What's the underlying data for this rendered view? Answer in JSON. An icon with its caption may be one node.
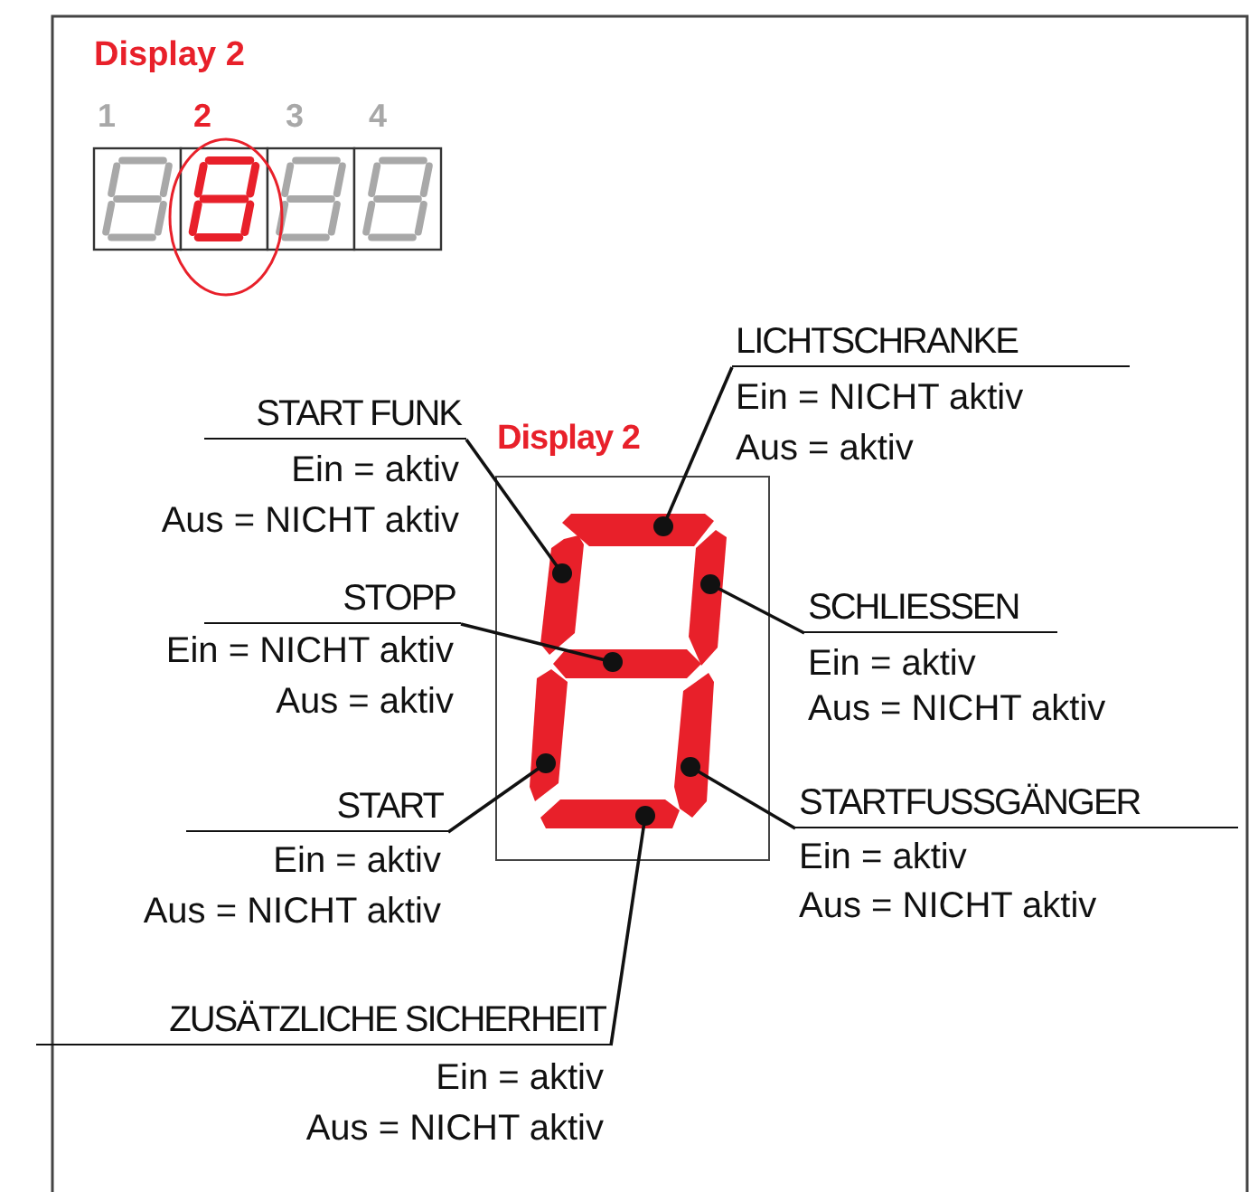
{
  "diagram": {
    "nodes": [
      {
        "text": [
          "LICHTSCHRANKE",
          "Ein = NICHT aktiv",
          "Aus = aktiv"
        ]
      },
      {
        "text": [
          "START FUNK",
          "Ein = aktiv",
          "Aus = NICHT aktiv"
        ]
      },
      {
        "text": [
          "Display 2"
        ]
      },
      {
        "text": [],
        "shape": "bar",
        "in": 2
      },
      {
        "text": [],
        "shape": "bar",
        "in": 2
      },
      {
        "text": [],
        "shape": "bar",
        "in": 2
      },
      {
        "text": [],
        "shape": "bar",
        "in": 2
      },
      {
        "text": [],
        "shape": "bar",
        "in": 2
      },
      {
        "text": [],
        "shape": "bar",
        "in": 2
      },
      {
        "text": [],
        "shape": "bar",
        "in": 2
      },
      {
        "text": [
          "STOPP",
          "Ein = NICHT aktiv",
          "Aus = aktiv"
        ]
      },
      {
        "text": [
          "SCHLIESSEN",
          "Ein = aktiv",
          "Aus = NICHT aktiv"
        ]
      },
      {
        "text": [
          "START",
          "Ein = aktiv",
          "Aus = NICHT aktiv"
        ]
      },
      {
        "text": [
          "STARTFUSSGÄNGER",
          "Ein = aktiv",
          "Aus = NICHT aktiv"
        ]
      },
      {
        "text": [
          "ZUSÄTZLICHE SICHERHEIT",
          "Ein = aktiv",
          "Aus = NICHT aktiv"
        ]
      }
    ],
    "edges": [
      {
        "from": 0,
        "to": 3,
        "arrow": "other"
      },
      {
        "from": 1,
        "to": 4,
        "arrow": "other"
      },
      {
        "from": 11,
        "to": 5,
        "arrow": "other"
      },
      {
        "from": 10,
        "to": 6,
        "arrow": "other"
      },
      {
        "from": 12,
        "to": 7,
        "arrow": "other"
      },
      {
        "from": 13,
        "to": 8,
        "arrow": "other"
      },
      {
        "from": 14,
        "to": 9,
        "arrow": "other"
      }
    ],
    "labels": [
      "Display 2",
      "1",
      "2",
      "3",
      "4"
    ]
  }
}
